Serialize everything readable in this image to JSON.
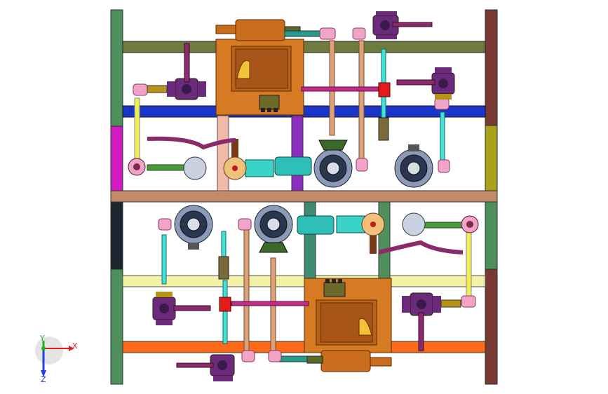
{
  "viewport": {
    "background": "#ffffff"
  },
  "triad": {
    "x_label": "X",
    "y_label": "Y",
    "z_label": "Z"
  },
  "colors": {
    "frame_green": "#4f8f5c",
    "frame_brown": "#7a3a34",
    "rail_olive": "#6e7a3e",
    "rail_blue": "#1b35c9",
    "rail_yellow": "#f3f1a8",
    "rail_orange": "#ff6a1a",
    "beam_tan": "#c28a6a",
    "tank_orange": "#c96d1c",
    "pump_steel": "#4b5d8a",
    "valve_purple": "#6b2a7c",
    "pipe_copper": "#d9a27a",
    "pipe_cyan": "#41e3d6",
    "pipe_yellow": "#f2ee55",
    "fitting_pink": "#f2a3c8",
    "fitting_red": "#e21b1b",
    "teal_body": "#2fbfb6",
    "handle_maroon": "#8a2a6a"
  }
}
